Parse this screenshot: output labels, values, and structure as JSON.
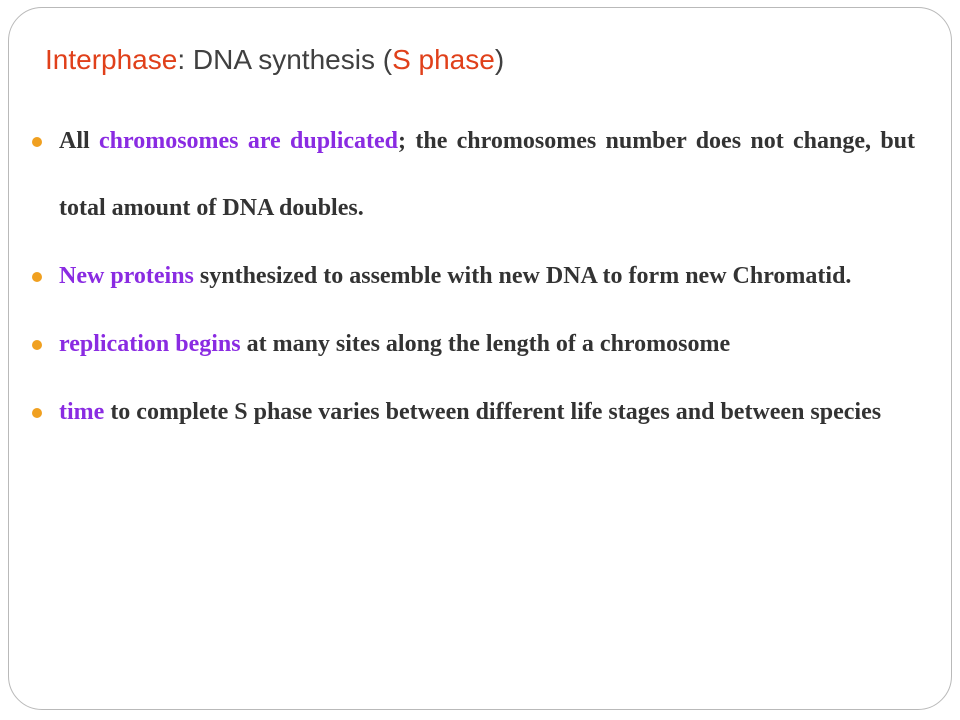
{
  "title": {
    "part1": "Interphase",
    "part2": ": DNA synthesis (",
    "part3": "S phase",
    "part4": ")"
  },
  "bullets": [
    {
      "highlight_before": "",
      "pre": "All ",
      "highlight": "chromosomes are duplicated",
      "text": "; the chromosomes number does not change, but total amount of DNA doubles."
    },
    {
      "pre": "",
      "highlight": "New proteins",
      "text": " synthesized to assemble with new DNA to form new Chromatid."
    },
    {
      "pre": "",
      "highlight": "replication begins",
      "text": " at many sites along the length of a chromosome"
    },
    {
      "pre": "",
      "highlight": "time",
      "text": " to complete S phase varies between different life stages and between species"
    }
  ],
  "colors": {
    "title_text": "#404040",
    "title_accent": "#e0401a",
    "body_text": "#333333",
    "highlight": "#8a2be2",
    "bullet_dot": "#f0a020",
    "frame_border": "#b9b9b9"
  }
}
